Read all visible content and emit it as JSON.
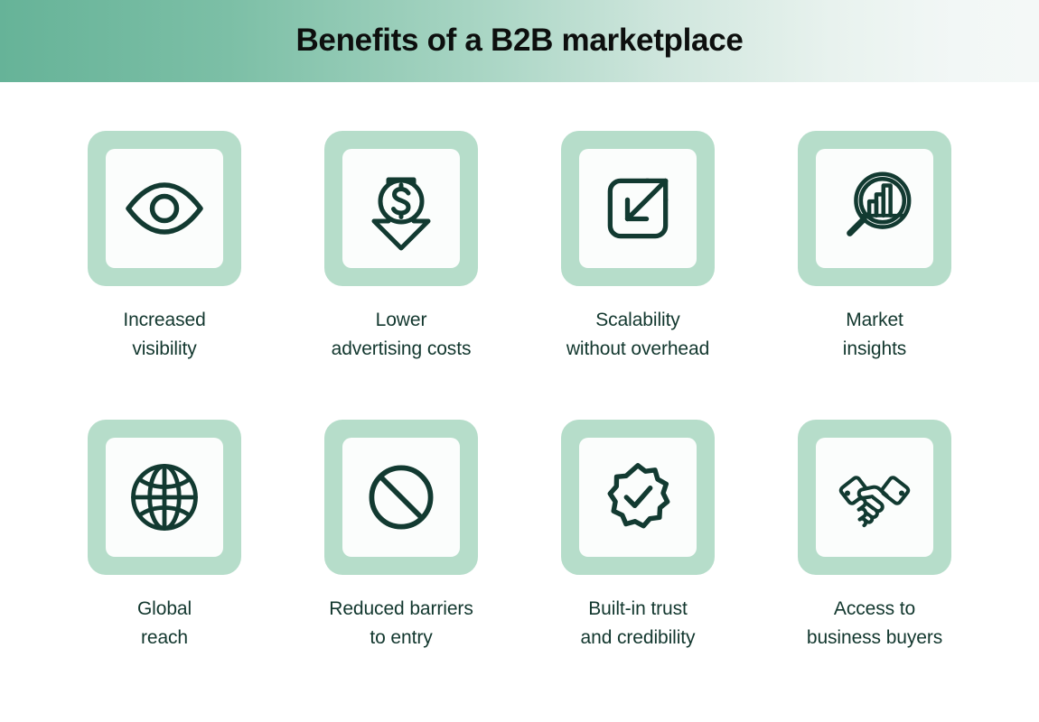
{
  "header": {
    "title": "Benefits of a B2B marketplace",
    "gradient_from": "#66b398",
    "gradient_to": "#f4f8f7"
  },
  "theme": {
    "tile_border": "#b6ddca",
    "tile_fill": "#fbfdfc",
    "icon_stroke": "#123a31",
    "caption_color": "#12372e",
    "page_background": "#ffffff"
  },
  "benefits": [
    {
      "id": "increased-visibility",
      "icon": "eye-icon",
      "caption": "Increased\nvisibility"
    },
    {
      "id": "lower-advertising-costs",
      "icon": "dollar-down-arrow-icon",
      "caption": "Lower\nadvertising costs"
    },
    {
      "id": "scalability-without-overhead",
      "icon": "expand-arrow-icon",
      "caption": "Scalability\nwithout overhead"
    },
    {
      "id": "market-insights",
      "icon": "magnifier-bar-chart-icon",
      "caption": "Market\ninsights"
    },
    {
      "id": "global-reach",
      "icon": "globe-icon",
      "caption": "Global\nreach"
    },
    {
      "id": "reduced-barriers-to-entry",
      "icon": "prohibition-icon",
      "caption": "Reduced barriers\nto entry"
    },
    {
      "id": "built-in-trust-and-credibility",
      "icon": "verified-badge-icon",
      "caption": "Built-in trust\nand credibility"
    },
    {
      "id": "access-to-business-buyers",
      "icon": "handshake-icon",
      "caption": "Access to\nbusiness buyers"
    }
  ]
}
